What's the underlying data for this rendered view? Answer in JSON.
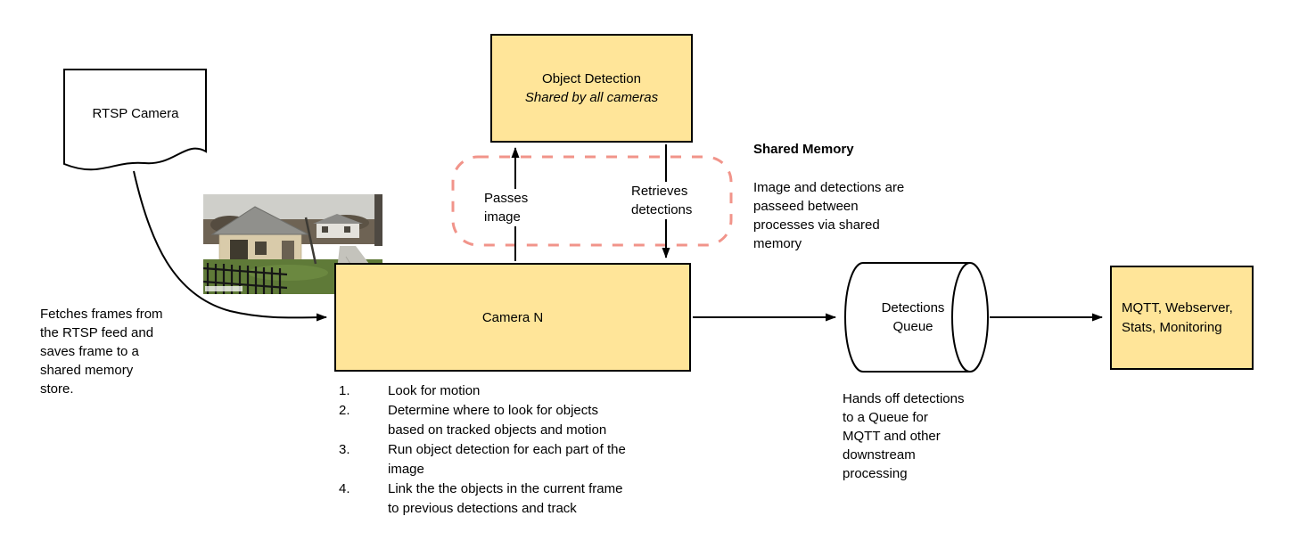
{
  "nodes": {
    "rtsp_camera": {
      "label": "RTSP Camera"
    },
    "object_detection": {
      "title": "Object Detection",
      "subtitle": "Shared by all cameras"
    },
    "camera_n": {
      "label": "Camera N",
      "steps": [
        "Look for motion",
        "Determine where to look for objects based on tracked objects and motion",
        "Run object detection for each part of the image",
        "Link the the objects in the current frame to previous detections and track"
      ]
    },
    "detections_queue": {
      "label": "Detections Queue"
    },
    "outputs": {
      "label": "MQTT, Webserver, Stats, Monitoring"
    }
  },
  "edge_labels": {
    "passes_image": "Passes\nimage",
    "retrieves_detections": "Retrieves\ndetections"
  },
  "notes": {
    "shared_memory_title": "Shared Memory",
    "shared_memory_body": "Image and detections are\npasseed between\nprocesses via shared\nmemory",
    "fetch": "Fetches frames from\nthe RTSP feed and\nsaves frame to a\nshared memory\nstore.",
    "handoff": "Hands off detections\nto a Queue for\nMQTT and other\ndownstream\nprocessing"
  },
  "colors": {
    "node_fill": "#ffe599",
    "node_stroke": "#000000",
    "shared_memory_stroke": "#f1948a",
    "arrow": "#000000"
  }
}
